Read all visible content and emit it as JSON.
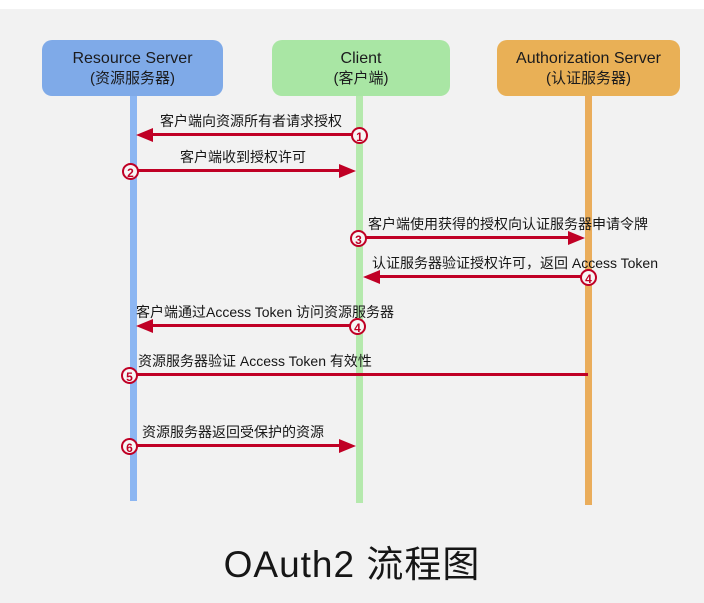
{
  "title": "OAuth2 流程图",
  "participants": [
    {
      "name": "Resource Server",
      "subtitle": "(资源服务器)",
      "box_color": "#7faae8",
      "lifeline_color": "#8cb6f2"
    },
    {
      "name": "Client",
      "subtitle": "(客户端)",
      "box_color": "#a9e6a4",
      "lifeline_color": "#b5e9ad"
    },
    {
      "name": "Authorization Server",
      "subtitle": "(认证服务器)",
      "box_color": "#e9b056",
      "lifeline_color": "#eaad5b"
    }
  ],
  "messages": [
    {
      "step": "1",
      "label": "客户端向资源所有者请求授权",
      "from": "Client",
      "to": "Resource Server",
      "direction": "left"
    },
    {
      "step": "2",
      "label": "客户端收到授权许可",
      "from": "Resource Server",
      "to": "Client",
      "direction": "right"
    },
    {
      "step": "3",
      "label": "客户端使用获得的授权向认证服务器申请令牌",
      "from": "Client",
      "to": "Authorization Server",
      "direction": "right"
    },
    {
      "step": "4",
      "label": "认证服务器验证授权许可，返回 Access Token",
      "from": "Authorization Server",
      "to": "Client",
      "direction": "left"
    },
    {
      "step": "4",
      "label": "客户端通过Access Token 访问资源服务器",
      "from": "Client",
      "to": "Resource Server",
      "direction": "left"
    },
    {
      "step": "5",
      "label": "资源服务器验证 Access Token 有效性",
      "from": "Resource Server",
      "to": "Authorization Server",
      "direction": "none"
    },
    {
      "step": "6",
      "label": "资源服务器返回受保护的资源",
      "from": "Resource Server",
      "to": "Client",
      "direction": "right"
    }
  ],
  "colors": {
    "background": "#f2f2f2",
    "arrow": "#c00025",
    "text": "#161616"
  }
}
